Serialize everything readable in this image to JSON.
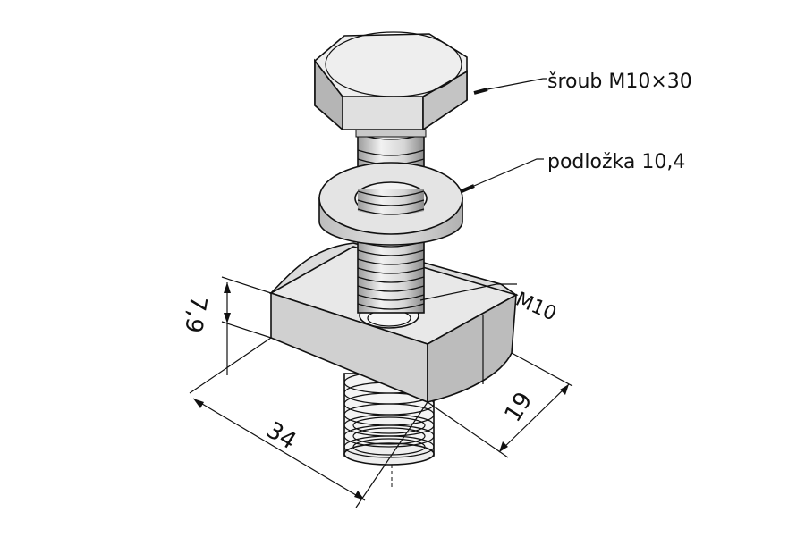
{
  "labels": {
    "screw": "šroub M10×30",
    "washer": "podložka 10,4",
    "thread": "M10"
  },
  "dimensions": {
    "length": "34",
    "width": "19",
    "height": "7,9"
  },
  "colors": {
    "background": "#ffffff",
    "face_light": "#e6e6e6",
    "face_mid": "#d2d2d2",
    "face_dark": "#b8b8b8",
    "edge": "#111111"
  }
}
